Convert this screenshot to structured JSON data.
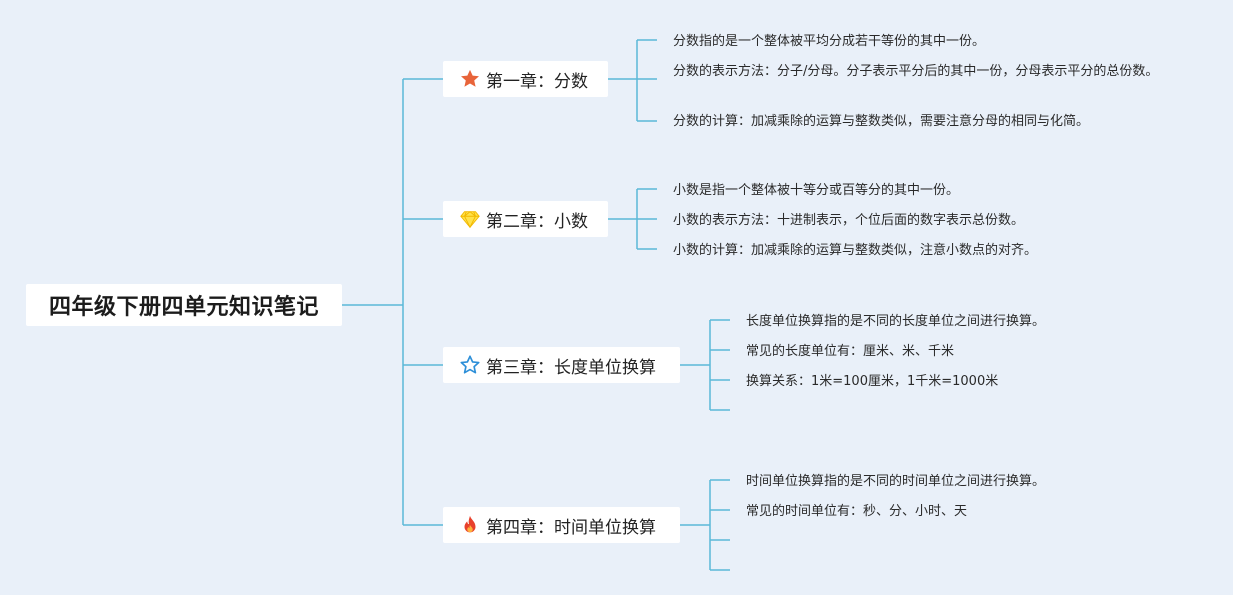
{
  "root": {
    "title": "四年级下册四单元知识笔记"
  },
  "chapters": [
    {
      "label": "第一章：分数",
      "icon": "star-filled-orange",
      "items": [
        "分数指的是一个整体被平均分成若干等份的其中一份。",
        "分数的表示方法：分子/分母。分子表示平分后的其中一份，分母表示平分的总份数。",
        "分数的计算：加减乘除的运算与整数类似，需要注意分母的相同与化简。"
      ]
    },
    {
      "label": "第二章：小数",
      "icon": "diamond-yellow",
      "items": [
        "小数是指一个整体被十等分或百等分的其中一份。",
        "小数的表示方法：十进制表示，个位后面的数字表示总份数。",
        "小数的计算：加减乘除的运算与整数类似，注意小数点的对齐。"
      ]
    },
    {
      "label": "第三章：长度单位换算",
      "icon": "star-outline-blue",
      "items": [
        "长度单位换算指的是不同的长度单位之间进行换算。",
        "常见的长度单位有：厘米、米、千米",
        "换算关系：1米=100厘米，1千米=1000米",
        ""
      ]
    },
    {
      "label": "第四章：时间单位换算",
      "icon": "fire-icon",
      "items": [
        "时间单位换算指的是不同的时间单位之间进行换算。",
        "常见的时间单位有：秒、分、小时、天",
        "",
        ""
      ]
    }
  ],
  "colors": {
    "line": "#5bb8d8",
    "background": "#e9f0f9"
  }
}
